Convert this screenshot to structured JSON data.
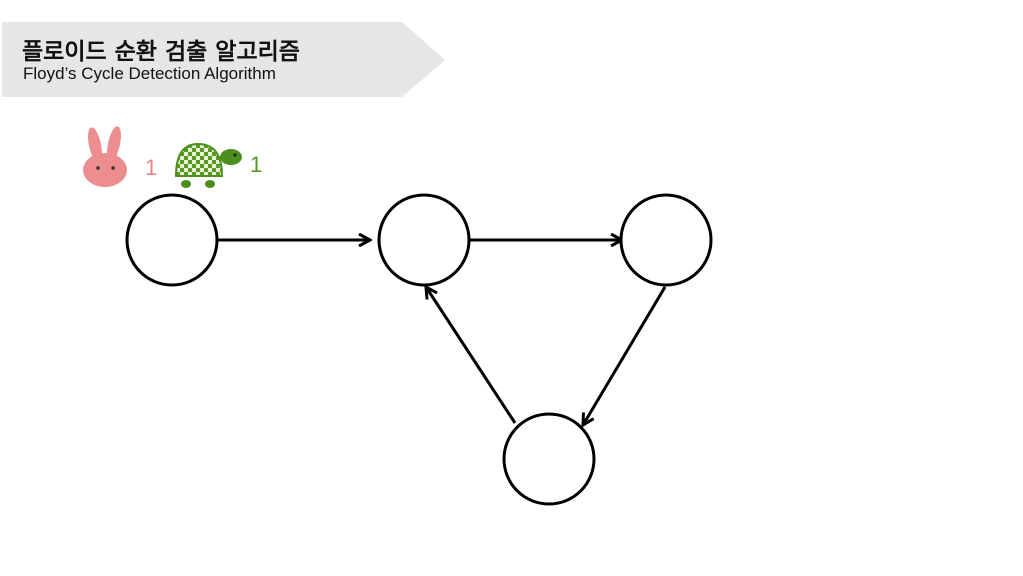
{
  "header": {
    "title": "플로이드 순환 검출 알고리즘",
    "subtitle": "Floyd’s Cycle Detection Algorithm"
  },
  "pointers": {
    "hare": {
      "icon": "rabbit-icon",
      "position": "1",
      "color": "#e8858a"
    },
    "tortoise": {
      "icon": "turtle-icon",
      "position": "1",
      "color": "#4f9a1f"
    }
  },
  "graph": {
    "nodes": [
      "node-1",
      "node-2",
      "node-3",
      "node-4"
    ],
    "edges": [
      {
        "from": "node-1",
        "to": "node-2"
      },
      {
        "from": "node-2",
        "to": "node-3"
      },
      {
        "from": "node-3",
        "to": "node-4"
      },
      {
        "from": "node-4",
        "to": "node-2"
      }
    ]
  },
  "colors": {
    "banner": "#e6e6e6",
    "stroke": "#000000"
  }
}
